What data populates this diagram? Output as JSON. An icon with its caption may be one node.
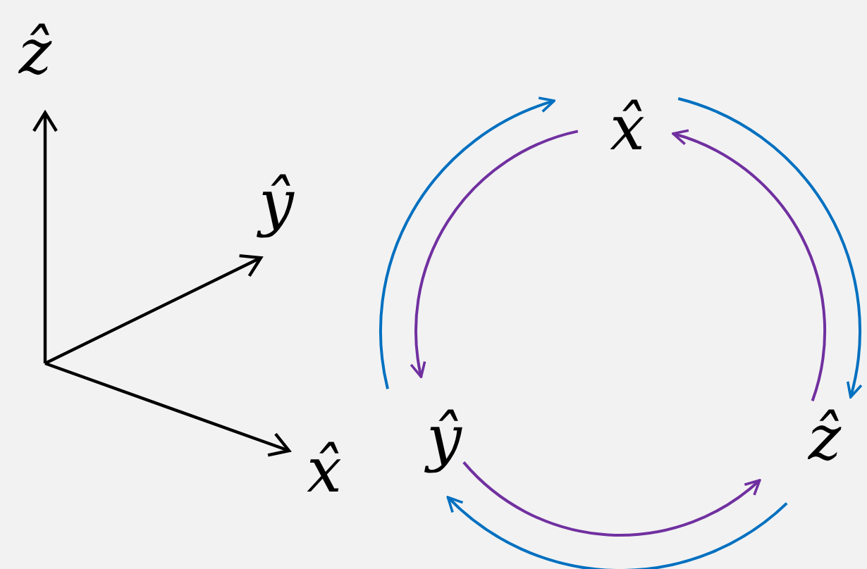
{
  "diagram": {
    "nodes": [
      {
        "text": [
          "x̂"
        ]
      },
      {
        "text": [
          "ŷ"
        ]
      },
      {
        "text": [
          "ẑ"
        ]
      }
    ],
    "edges": [
      {
        "from": 1,
        "to": 0,
        "arrow": "to",
        "color": "#0070c0"
      },
      {
        "from": 0,
        "to": 2,
        "arrow": "to",
        "color": "#0070c0"
      },
      {
        "from": 2,
        "to": 1,
        "arrow": "to",
        "color": "#0070c0"
      },
      {
        "from": 0,
        "to": 1,
        "arrow": "to",
        "color": "#7030a0"
      },
      {
        "from": 1,
        "to": 2,
        "arrow": "to",
        "color": "#7030a0"
      },
      {
        "from": 2,
        "to": 0,
        "arrow": "to",
        "color": "#7030a0"
      }
    ],
    "labels": [
      "ẑ",
      "ŷ",
      "x̂"
    ]
  }
}
